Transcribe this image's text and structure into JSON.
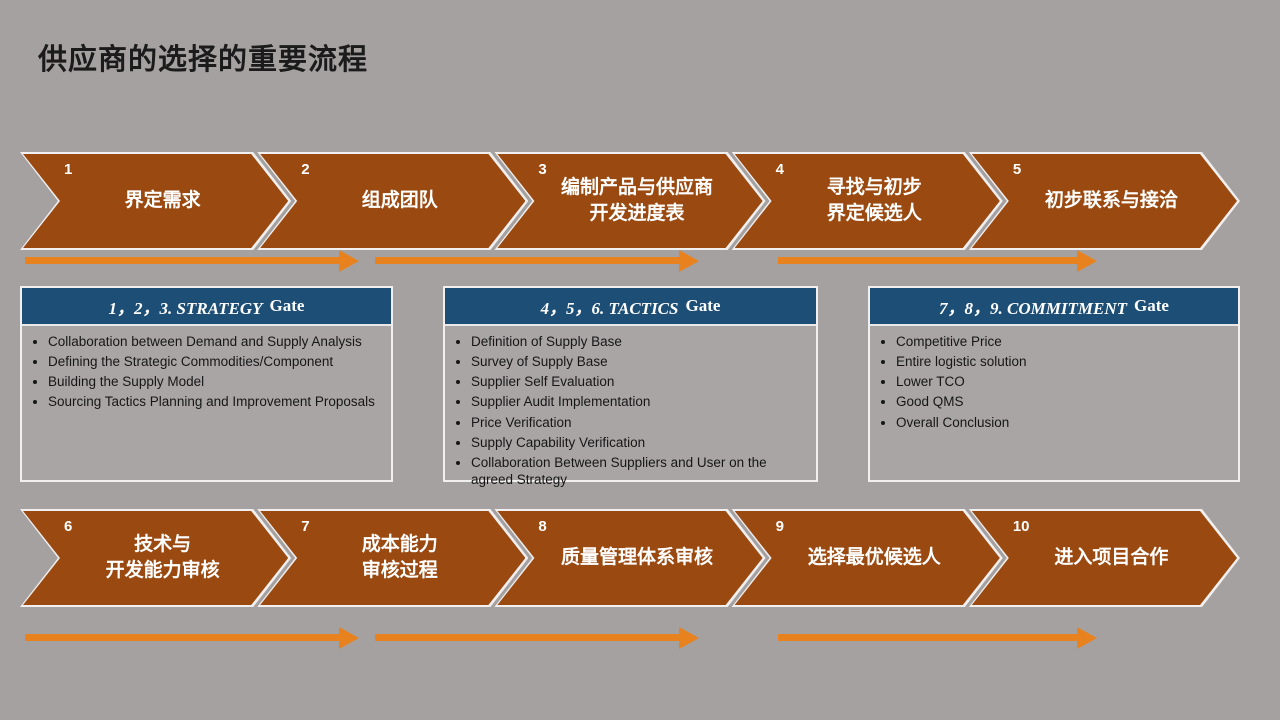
{
  "slide": {
    "title": "供应商的选择的重要流程"
  },
  "colors": {
    "background": "#a6a1a1",
    "chevron": "#9a4a10",
    "arrow": "#e8821e",
    "gate_header": "#1d4e75"
  },
  "top_steps": [
    {
      "num": "1",
      "label": "界定需求"
    },
    {
      "num": "2",
      "label": "组成团队"
    },
    {
      "num": "3",
      "label": "编制产品与供应商\n开发进度表"
    },
    {
      "num": "4",
      "label": "寻找与初步\n界定候选人"
    },
    {
      "num": "5",
      "label": "初步联系与接洽"
    }
  ],
  "bottom_steps": [
    {
      "num": "6",
      "label": "技术与\n开发能力审核"
    },
    {
      "num": "7",
      "label": "成本能力\n审核过程"
    },
    {
      "num": "8",
      "label": "质量管理体系审核"
    },
    {
      "num": "9",
      "label": "选择最优候选人"
    },
    {
      "num": "10",
      "label": "进入项目合作"
    }
  ],
  "gates": [
    {
      "title": "1，2，3. STRATEGY",
      "title_suffix": "Gate",
      "bullets": [
        "Collaboration between Demand and Supply Analysis",
        "Defining the Strategic Commodities/Component",
        "Building the Supply Model",
        "Sourcing Tactics Planning and Improvement Proposals"
      ]
    },
    {
      "title": "4，5，6. TACTICS",
      "title_suffix": "Gate",
      "bullets": [
        "Definition of Supply Base",
        "Survey of Supply Base",
        "Supplier Self Evaluation",
        "Supplier Audit Implementation",
        "Price Verification",
        "Supply Capability Verification",
        "Collaboration Between Suppliers and User on the agreed Strategy"
      ]
    },
    {
      "title": "7，8，9. COMMITMENT",
      "title_suffix": "Gate",
      "bullets": [
        "Competitive Price",
        "Entire logistic solution",
        "Lower TCO",
        "Good QMS",
        "Overall Conclusion"
      ]
    }
  ]
}
